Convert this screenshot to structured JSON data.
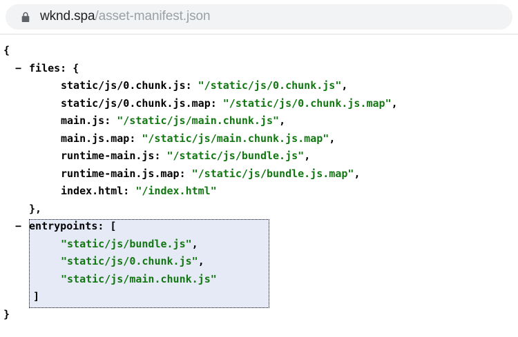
{
  "browser": {
    "urlbar": {
      "lock_icon": "lock-icon",
      "host": "wknd.spa",
      "path": "/asset-manifest.json",
      "full_url": "wknd.spa/asset-manifest.json",
      "pill_background": "#f1f3f4",
      "host_color": "#202124",
      "path_color": "#9aa0a6"
    }
  },
  "viewer": {
    "type": "json-document-viewer",
    "string_color": "#117711",
    "key_color": "#000000",
    "selection_background": "#e6e9f6",
    "selection_border": "#000000",
    "document": {
      "open_brace": "{",
      "close_brace": "}",
      "sections": [
        {
          "toggle": "−",
          "key": "files:",
          "open": "{",
          "close": "},",
          "collapsed": false,
          "selected": false,
          "entries": [
            {
              "key": "static/js/0.chunk.js:",
              "value": "\"/static/js/0.chunk.js\"",
              "comma": ","
            },
            {
              "key": "static/js/0.chunk.js.map:",
              "value": "\"/static/js/0.chunk.js.map\"",
              "comma": ","
            },
            {
              "key": "main.js:",
              "value": "\"/static/js/main.chunk.js\"",
              "comma": ","
            },
            {
              "key": "main.js.map:",
              "value": "\"/static/js/main.chunk.js.map\"",
              "comma": ","
            },
            {
              "key": "runtime-main.js:",
              "value": "\"/static/js/bundle.js\"",
              "comma": ","
            },
            {
              "key": "runtime-main.js.map:",
              "value": "\"/static/js/bundle.js.map\"",
              "comma": ","
            },
            {
              "key": "index.html:",
              "value": "\"/index.html\"",
              "comma": ""
            }
          ]
        },
        {
          "toggle": "−",
          "key": "entrypoints:",
          "open": "[",
          "close": "]",
          "collapsed": false,
          "selected": true,
          "items": [
            {
              "value": "\"static/js/bundle.js\"",
              "comma": ","
            },
            {
              "value": "\"static/js/0.chunk.js\"",
              "comma": ","
            },
            {
              "value": "\"static/js/main.chunk.js\"",
              "comma": ""
            }
          ]
        }
      ]
    }
  }
}
